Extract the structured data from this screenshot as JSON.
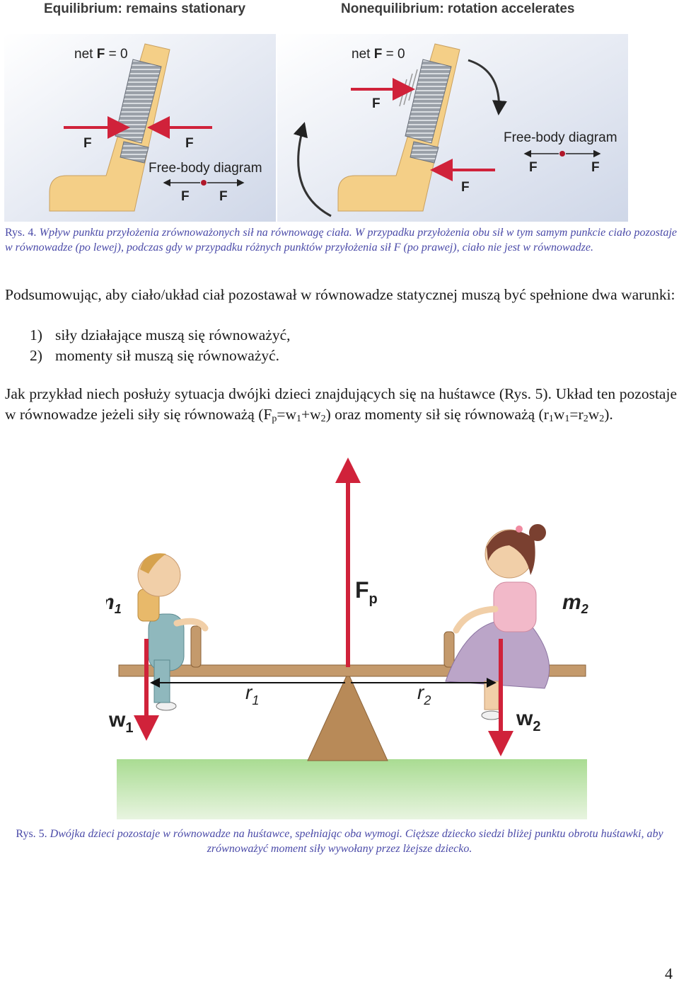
{
  "figure4": {
    "left_title": "Equilibrium: remains stationary",
    "right_title": "Nonequilibrium: rotation accelerates",
    "net_prefix": "net",
    "net_bold": "F",
    "net_suffix": "= 0",
    "force_label": "F",
    "fbd_label": "Free-body diagram"
  },
  "caption4": {
    "prefix": "Rys. 4.",
    "text": "Wpływ punktu przyłożenia zrównoważonych sił na równowagę ciała. W przypadku przyłożenia obu sił w tym samym punkcie ciało pozostaje w równowadze (po lewej), podczas gdy w przypadku różnych punktów przyłożenia sił F (po prawej), ciało nie jest w równowadze."
  },
  "summary": {
    "intro": "Podsumowując, aby ciało/układ ciał pozostawał w równowadze statycznej muszą być spełnione dwa warunki:",
    "items": [
      {
        "num": "1)",
        "text": "siły działające muszą się równoważyć,"
      },
      {
        "num": "2)",
        "text": "momenty sił muszą się równoważyć."
      }
    ]
  },
  "example": {
    "t1": "Jak przykład niech posłuży sytuacja dwójki dzieci znajdujących się na huśtawce (Rys. 5). Układ ten pozostaje w równowadze jeżeli siły się równoważą (F",
    "s1": "p",
    "t2": "=w",
    "s2": "1",
    "t3": "+w",
    "s3": "2",
    "t4": ") oraz momenty sił się równoważą (r",
    "s4": "1",
    "t5": "w",
    "s5": "1",
    "t6": "=r",
    "s6": "2",
    "t7": "w",
    "s7": "2",
    "t8": ")."
  },
  "figure5": {
    "m1": "m",
    "m1_sub": "1",
    "m2": "m",
    "m2_sub": "2",
    "fp": "F",
    "fp_sub": "p",
    "r1": "r",
    "r1_sub": "1",
    "r2": "r",
    "r2_sub": "2",
    "w1": "w",
    "w1_sub": "1",
    "w2": "w",
    "w2_sub": "2"
  },
  "caption5": {
    "prefix": "Rys. 5.",
    "text": "Dwójka dzieci pozostaje w równowadze na huśtawce, spełniając oba wymogi. Cięższe dziecko siedzi bliżej punktu obrotu huśtawki, aby zrównoważyć moment siły wywołany przez lżejsze dziecko."
  },
  "page_number": "4",
  "colors": {
    "arrow_red": "#d0223a",
    "sky": "#dde3f0",
    "seesaw": "#c49a6c",
    "grass": "#9fd48a",
    "caption_blue": "#4a4aa8"
  }
}
